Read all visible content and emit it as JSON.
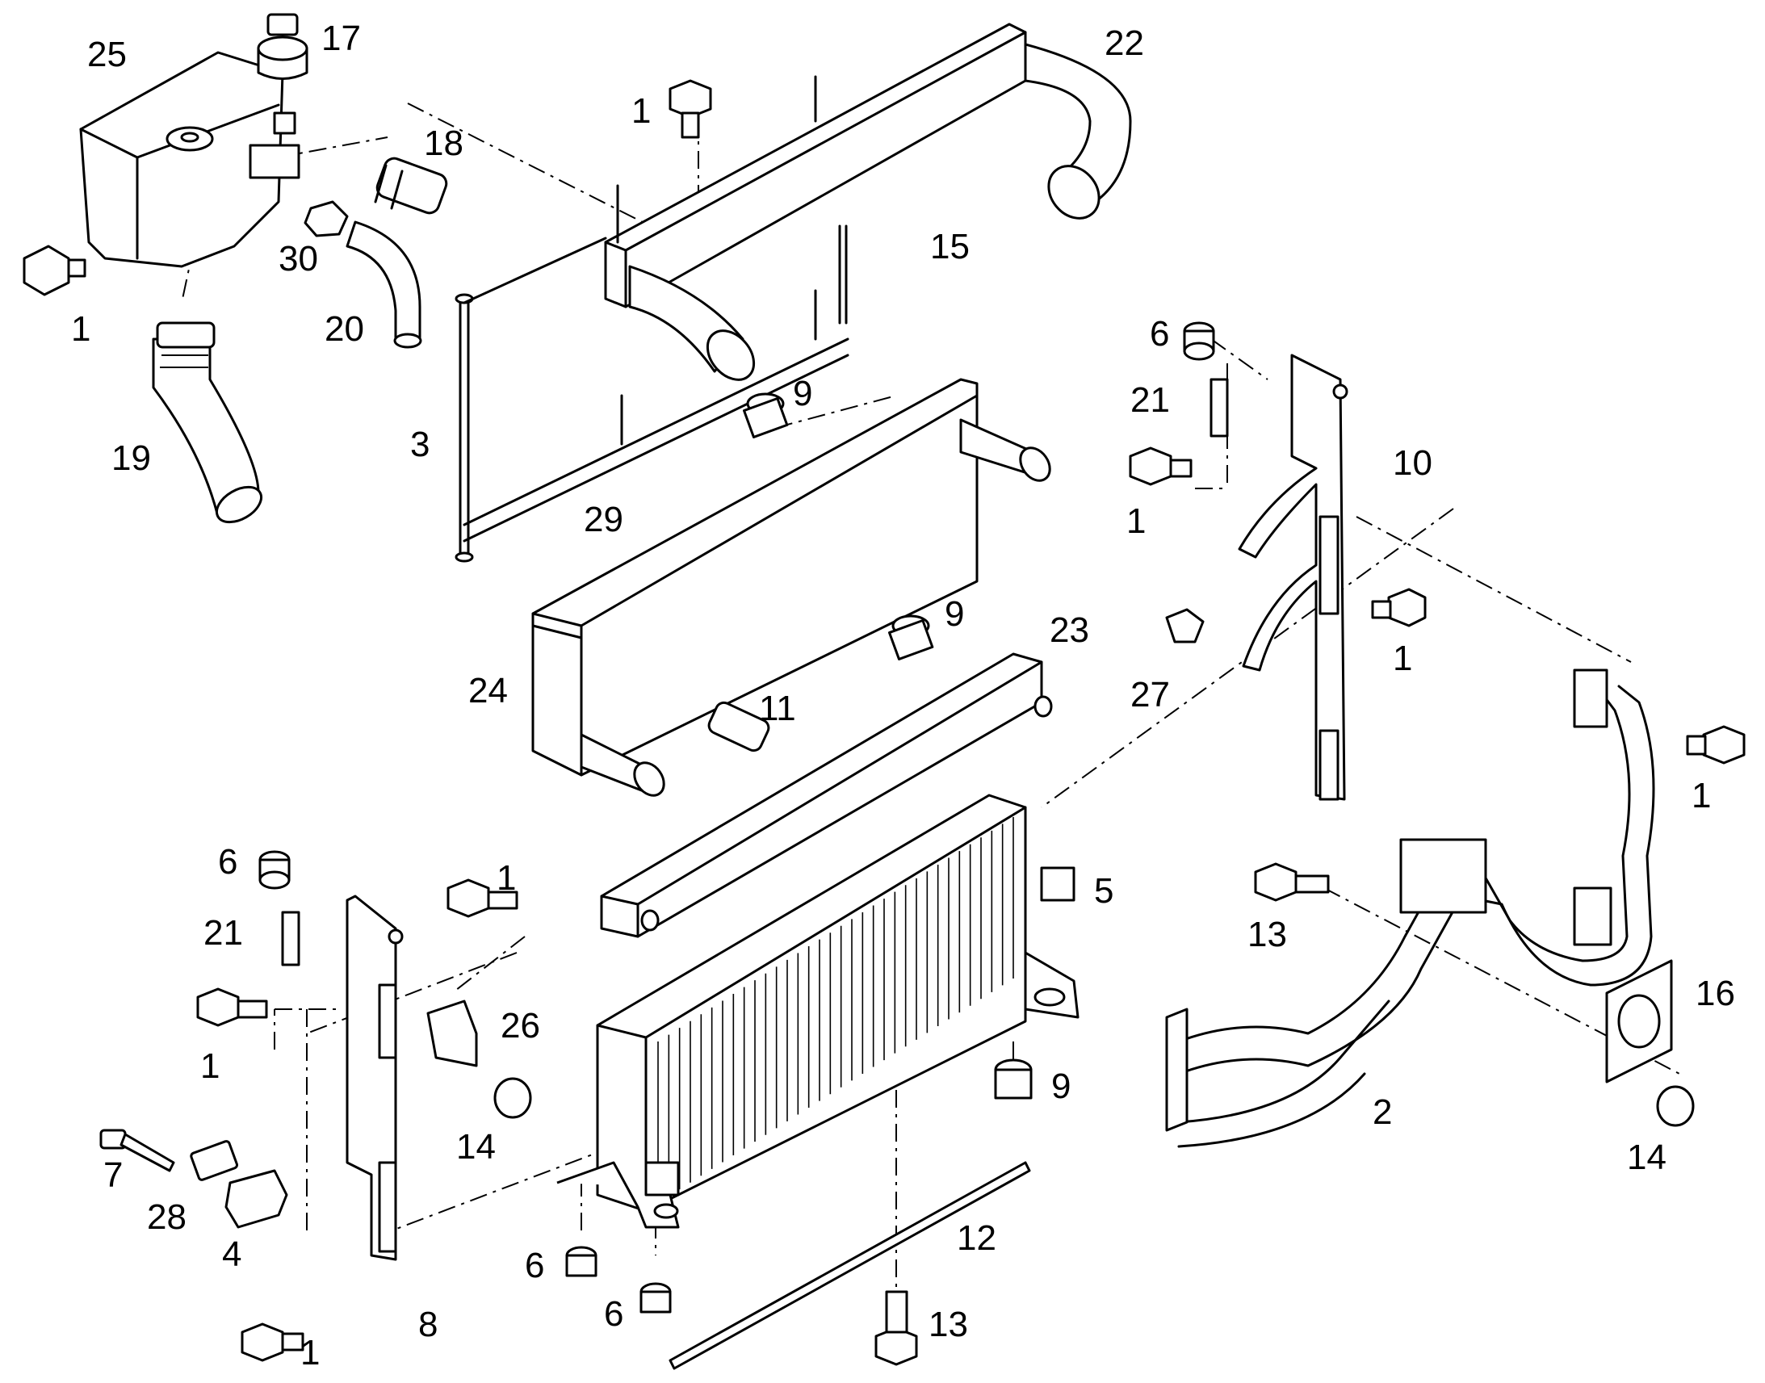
{
  "diagram": {
    "kind": "exploded parts diagram",
    "callouts": [
      {
        "id": "c25",
        "text": "25"
      },
      {
        "id": "c17",
        "text": "17"
      },
      {
        "id": "c22",
        "text": "22"
      },
      {
        "id": "c1a",
        "text": "1"
      },
      {
        "id": "c18",
        "text": "18"
      },
      {
        "id": "c15",
        "text": "15"
      },
      {
        "id": "c30",
        "text": "30"
      },
      {
        "id": "c1b",
        "text": "1"
      },
      {
        "id": "c20",
        "text": "20"
      },
      {
        "id": "c6a",
        "text": "6"
      },
      {
        "id": "c21a",
        "text": "21"
      },
      {
        "id": "c9a",
        "text": "9"
      },
      {
        "id": "c3",
        "text": "3"
      },
      {
        "id": "c19",
        "text": "19"
      },
      {
        "id": "c10",
        "text": "10"
      },
      {
        "id": "c1c",
        "text": "1"
      },
      {
        "id": "c29",
        "text": "29"
      },
      {
        "id": "c9b",
        "text": "9"
      },
      {
        "id": "c23",
        "text": "23"
      },
      {
        "id": "c24",
        "text": "24"
      },
      {
        "id": "c27",
        "text": "27"
      },
      {
        "id": "c1d",
        "text": "1"
      },
      {
        "id": "c11",
        "text": "11"
      },
      {
        "id": "c1e",
        "text": "1"
      },
      {
        "id": "c6b",
        "text": "6"
      },
      {
        "id": "c1f",
        "text": "1"
      },
      {
        "id": "c5",
        "text": "5"
      },
      {
        "id": "c21b",
        "text": "21"
      },
      {
        "id": "c13a",
        "text": "13"
      },
      {
        "id": "c16",
        "text": "16"
      },
      {
        "id": "c26",
        "text": "26"
      },
      {
        "id": "c1g",
        "text": "1"
      },
      {
        "id": "c9c",
        "text": "9"
      },
      {
        "id": "c2",
        "text": "2"
      },
      {
        "id": "c14a",
        "text": "14"
      },
      {
        "id": "c14b",
        "text": "14"
      },
      {
        "id": "c7",
        "text": "7"
      },
      {
        "id": "c28",
        "text": "28"
      },
      {
        "id": "c4",
        "text": "4"
      },
      {
        "id": "c12",
        "text": "12"
      },
      {
        "id": "c6c",
        "text": "6"
      },
      {
        "id": "c6d",
        "text": "6"
      },
      {
        "id": "c13b",
        "text": "13"
      },
      {
        "id": "c8",
        "text": "8"
      },
      {
        "id": "c1h",
        "text": "1"
      }
    ]
  }
}
